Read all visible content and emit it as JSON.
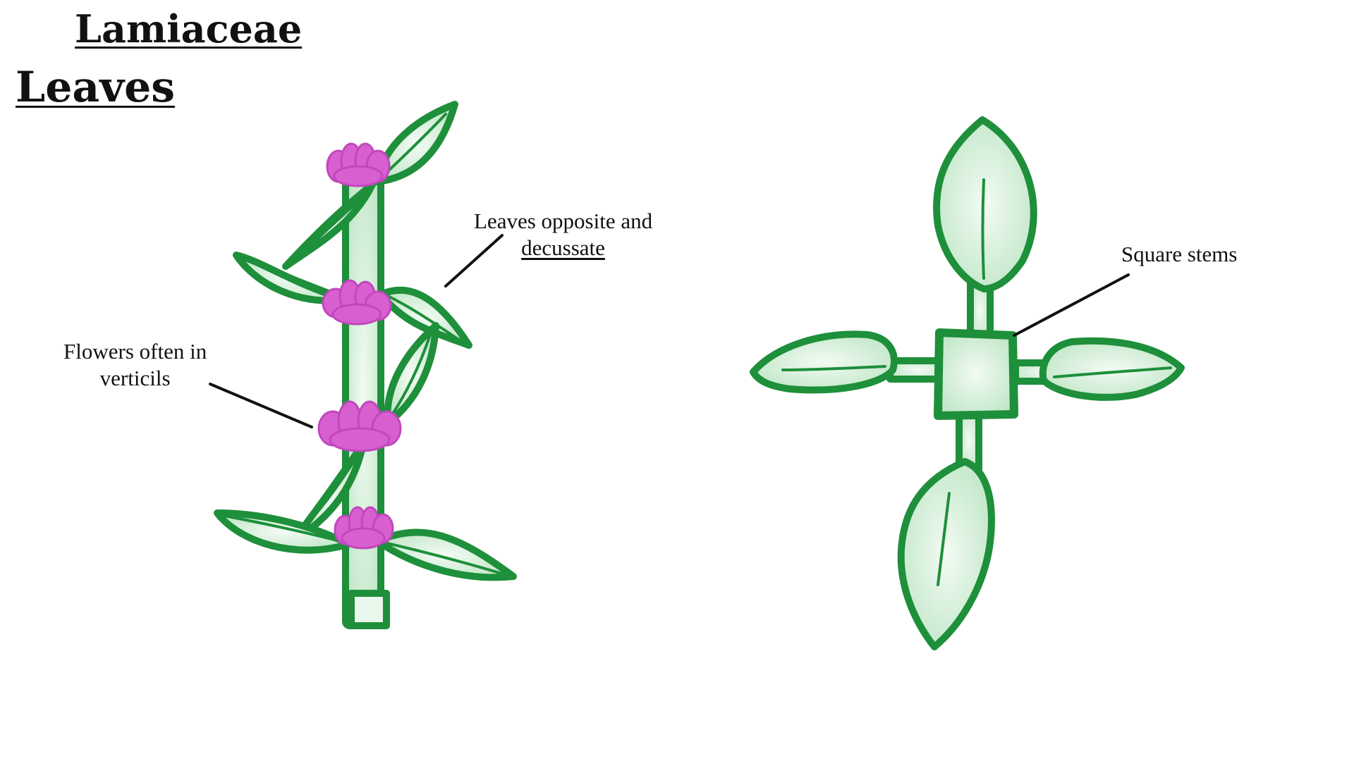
{
  "title": "Lamiaceae",
  "subtitle": "Leaves",
  "labels": {
    "leaves_line1": "Leaves opposite and",
    "leaves_line2": "decussate",
    "flowers_line1": "Flowers often in",
    "flowers_line2": "verticils",
    "square_stems": "Square stems"
  },
  "colors": {
    "outline_green": "#1e8f3a",
    "fill_green": "#d2eed7",
    "flower_pink": "#d85fd0",
    "leader_line": "#111111"
  }
}
